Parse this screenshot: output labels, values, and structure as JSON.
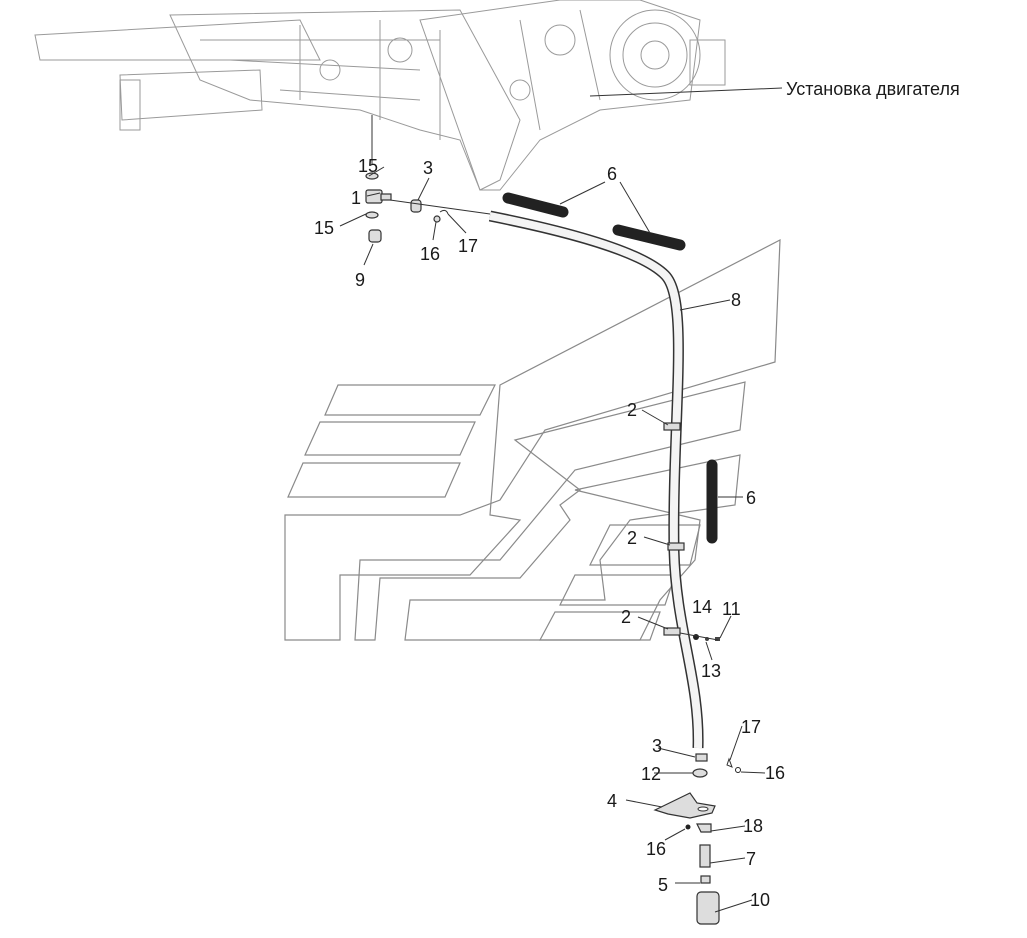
{
  "title": "Установка двигателя",
  "callouts": {
    "c15a": "15",
    "c1": "1",
    "c15b": "15",
    "c9": "9",
    "c3a": "3",
    "c16a": "16",
    "c17a": "17",
    "c6a": "6",
    "c8": "8",
    "c2a": "2",
    "c6b": "6",
    "c2b": "2",
    "c2c": "2",
    "c14": "14",
    "c11": "11",
    "c13": "13",
    "c3b": "3",
    "c17b": "17",
    "c16b": "16",
    "c12": "12",
    "c4": "4",
    "c18": "18",
    "c16c": "16",
    "c7": "7",
    "c5": "5",
    "c10": "10"
  }
}
